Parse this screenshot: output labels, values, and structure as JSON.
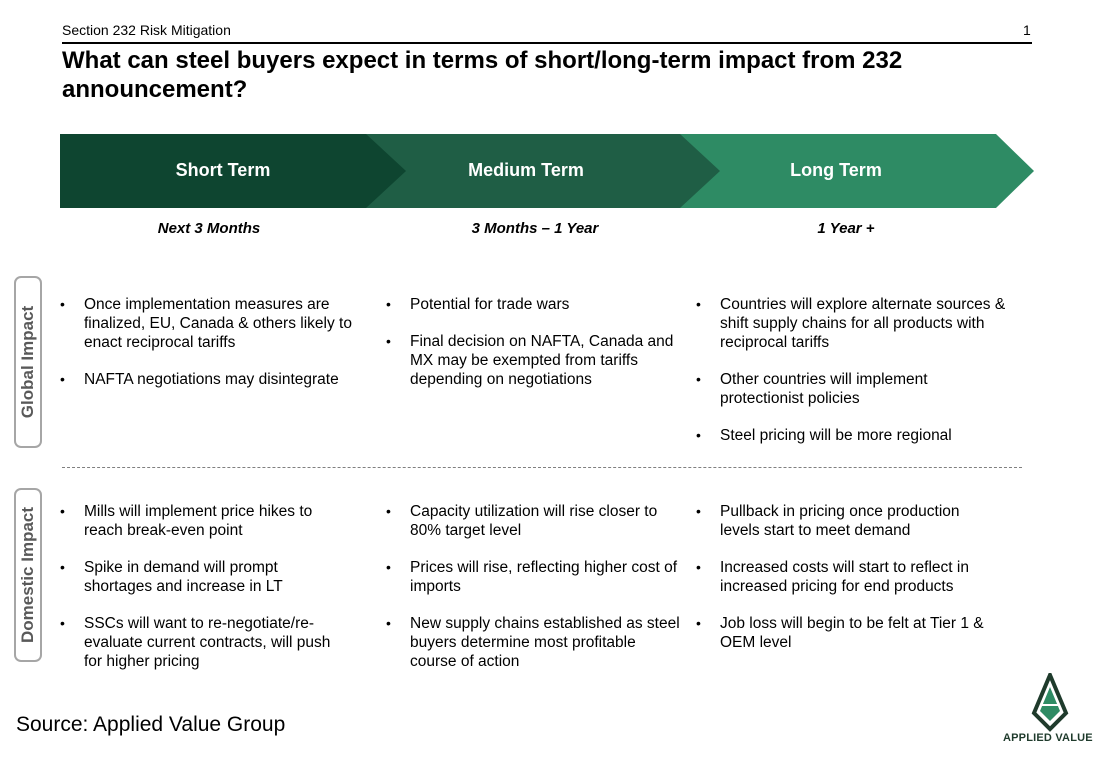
{
  "header": {
    "section": "Section 232 Risk Mitigation",
    "page_number": "1",
    "title": "What can steel buyers expect in terms of short/long-term impact from 232 announcement?"
  },
  "phases": [
    {
      "label": "Short Term",
      "timeframe": "Next 3 Months",
      "color": "#0e4530"
    },
    {
      "label": "Medium Term",
      "timeframe": "3 Months – 1 Year",
      "color": "#1f5e45"
    },
    {
      "label": "Long Term",
      "timeframe": "1 Year +",
      "color": "#2e8b64"
    }
  ],
  "rows": {
    "global": {
      "label": "Global Impact",
      "short": [
        "Once implementation measures are finalized, EU, Canada & others likely to enact reciprocal tariffs",
        "NAFTA negotiations may disintegrate"
      ],
      "medium": [
        "Potential for trade wars",
        "Final decision on NAFTA, Canada and MX may be exempted from tariffs depending on negotiations"
      ],
      "long": [
        "Countries will explore alternate sources & shift supply chains for all products with reciprocal tariffs",
        "Other countries will implement protectionist policies",
        "Steel pricing will be more regional"
      ]
    },
    "domestic": {
      "label": "Domestic Impact",
      "short": [
        "Mills will implement price hikes to reach break-even point",
        "Spike in demand will prompt shortages and increase in LT",
        "SSCs will want to re-negotiate/re-evaluate current contracts, will push for higher pricing"
      ],
      "medium": [
        "Capacity utilization will rise closer to 80% target level",
        "Prices will rise, reflecting higher cost of imports",
        "New supply chains established as steel buyers determine most profitable course of action"
      ],
      "long": [
        "Pullback in pricing once production levels start to meet demand",
        "Increased costs will start to reflect in increased pricing for end products",
        "Job loss will begin to be felt at Tier 1 & OEM level"
      ]
    }
  },
  "footer": {
    "source": "Source: Applied Value Group",
    "logo_text": "APPLIED VALUE",
    "logo_color": "#2e8b64"
  }
}
